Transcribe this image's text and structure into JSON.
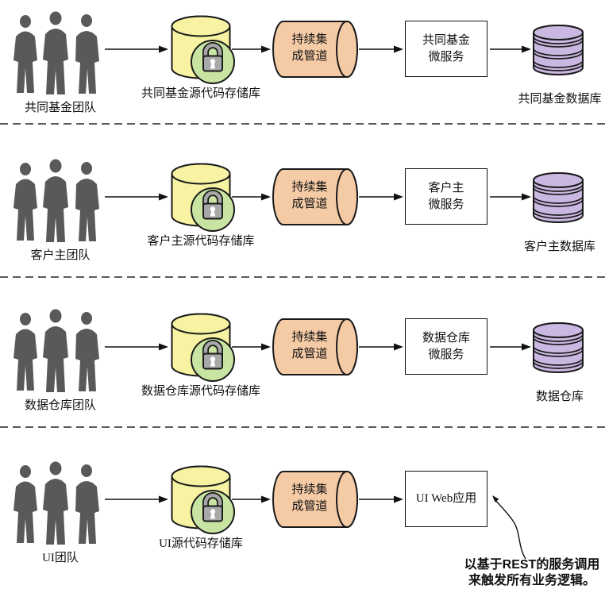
{
  "diagram_type": "microservices-ci-cd-pipelines",
  "colors": {
    "repo_fill": "#F7F3A3",
    "pipeline_fill": "#F5CBA6",
    "database_fill": "#CBB8E2",
    "lock_badge_fill": "#C8E4A2",
    "lock_fill": "#A8A8A8",
    "silhouette": "#59595B",
    "outline": "#1A1A1A",
    "separator": "#5A5A5A",
    "box_fill": "#FFFFFF"
  },
  "icons": {
    "team": "people-silhouettes-icon",
    "repo": "source-repo-cylinder-with-padlock-icon",
    "lock": "padlock-icon",
    "pipeline": "horizontal-cylinder-icon",
    "database": "stacked-disks-database-icon",
    "flow": "right-arrow-icon",
    "annotation": "curved-arrow-icon"
  },
  "rows": [
    {
      "team_label": "共同基金团队",
      "repo_label": "共同基金源代码存储库",
      "pipeline_line1": "持续集",
      "pipeline_line2": "成管道",
      "service_line1": "共同基金",
      "service_line2": "微服务",
      "db_label": "共同基金数据库"
    },
    {
      "team_label": "客户主团队",
      "repo_label": "客户主源代码存储库",
      "pipeline_line1": "持续集",
      "pipeline_line2": "成管道",
      "service_line1": "客户主",
      "service_line2": "微服务",
      "db_label": "客户主数据库"
    },
    {
      "team_label": "数据仓库团队",
      "repo_label": "数据仓库源代码存储库",
      "pipeline_line1": "持续集",
      "pipeline_line2": "成管道",
      "service_line1": "数据仓库",
      "service_line2": "微服务",
      "db_label": "数据仓库"
    },
    {
      "team_label": "UI团队",
      "repo_label": "UI源代码存储库",
      "pipeline_line1": "持续集",
      "pipeline_line2": "成管道",
      "service_line1": "UI Web应用",
      "service_line2": ""
    }
  ],
  "annotation": {
    "line1": "以基于REST的服务调用",
    "line2": "来触发所有业务逻辑。"
  }
}
